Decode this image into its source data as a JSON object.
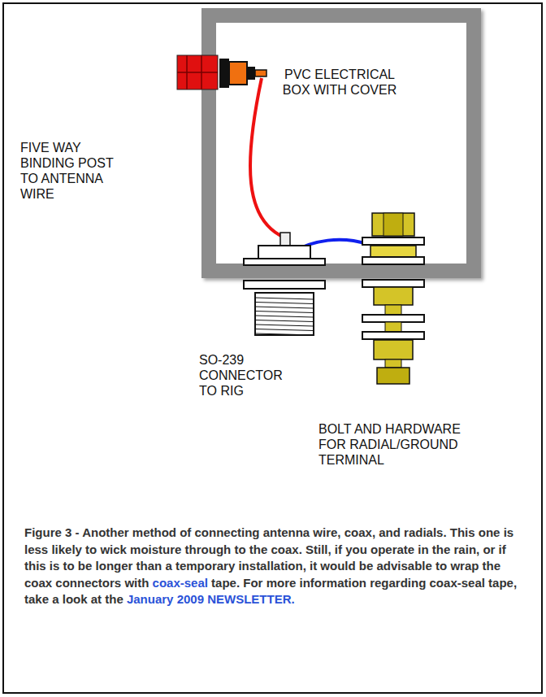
{
  "diagram": {
    "caption": "Figure 3 - Another method of connecting antenna wire, coax, and radials. This one is less likely to wick moisture through to the coax. Still, if you operate in the rain, or if this is to be longer than a temporary installation, it would be advisable to wrap the coax connectors with coax-seal tape. For more information regarding coax-seal tape, take a look at the January 2009 NEWSLETTER.",
    "nodes": [
      {
        "text": [
          "PVC ELECTRICAL BOX WITH COVER"
        ]
      }
    ],
    "labels": [
      "FIVE WAY BINDING POST TO ANTENNA WIRE",
      "SO-239 CONNECTOR TO RIG",
      "BOLT AND HARDWARE FOR RADIAL/GROUND TERMINAL"
    ]
  }
}
